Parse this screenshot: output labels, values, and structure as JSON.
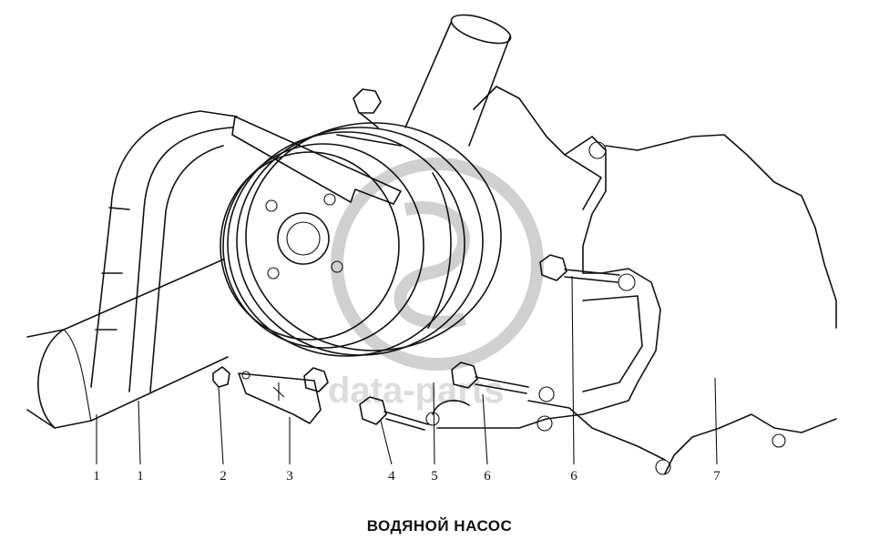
{
  "caption": "ВОДЯНОЙ НАСОС",
  "watermark": "data-parts",
  "callouts": [
    {
      "id": "c1a",
      "label": "1"
    },
    {
      "id": "c1b",
      "label": "1"
    },
    {
      "id": "c2",
      "label": "2"
    },
    {
      "id": "c3",
      "label": "3"
    },
    {
      "id": "c4",
      "label": "4"
    },
    {
      "id": "c5",
      "label": "5"
    },
    {
      "id": "c6a",
      "label": "6"
    },
    {
      "id": "c6b",
      "label": "6"
    },
    {
      "id": "c7",
      "label": "7"
    }
  ]
}
